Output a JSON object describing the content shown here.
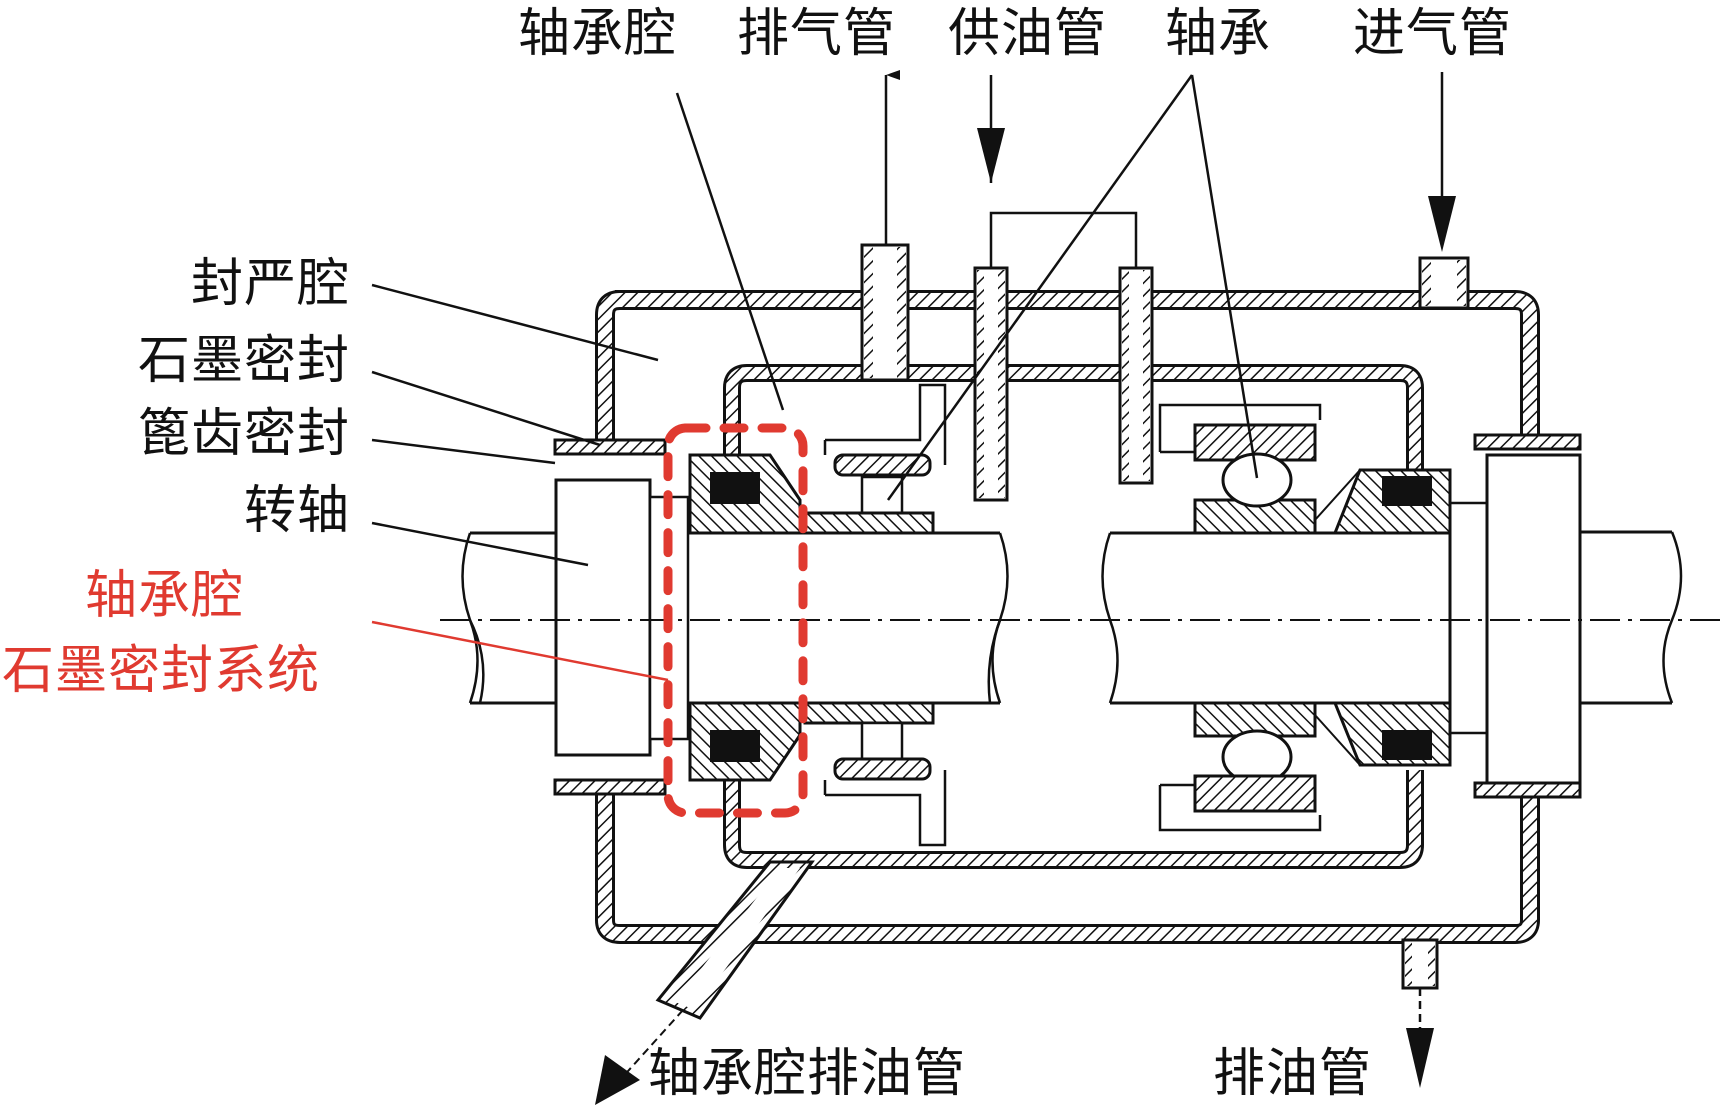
{
  "title": "轴承腔石墨密封系统结构示意图",
  "colors": {
    "line": "#111111",
    "highlight": "#e03a30",
    "background": "#ffffff"
  },
  "labels": {
    "top": {
      "bearing_cavity": "轴承腔",
      "exhaust_pipe": "排气管",
      "oil_supply_pipe": "供油管",
      "bearing": "轴承",
      "air_inlet_pipe": "进气管"
    },
    "left": {
      "seal_cavity": "封严腔",
      "graphite_seal": "石墨密封",
      "labyrinth_seal": "篦齿密封",
      "shaft": "转轴"
    },
    "highlight": {
      "line1": "轴承腔",
      "line2": "石墨密封系统"
    },
    "bottom": {
      "bearing_cavity_drain": "轴承腔排油管",
      "drain_pipe": "排油管"
    }
  },
  "flows": [
    {
      "pipe": "排气管",
      "direction": "out"
    },
    {
      "pipe": "供油管",
      "direction": "in"
    },
    {
      "pipe": "进气管",
      "direction": "in"
    },
    {
      "pipe": "轴承腔排油管",
      "direction": "out"
    },
    {
      "pipe": "排油管",
      "direction": "out"
    }
  ]
}
